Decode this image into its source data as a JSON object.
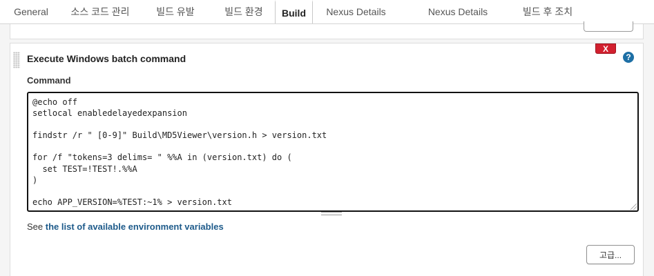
{
  "tabs": [
    {
      "label": "General",
      "active": false
    },
    {
      "label": "소스 코드 관리",
      "active": false
    },
    {
      "label": "빌드 유발",
      "active": false
    },
    {
      "label": "빌드 환경",
      "active": false
    },
    {
      "label": "Build",
      "active": true
    },
    {
      "label": "Nexus Details",
      "active": false
    },
    {
      "label": "Nexus Details",
      "active": false
    },
    {
      "label": "빌드 후 조치",
      "active": false
    }
  ],
  "step": {
    "title": "Execute Windows batch command",
    "delete_label": "X",
    "help_label": "?",
    "command_label": "Command",
    "command_lines": [
      "@echo off",
      "setlocal enabledelayedexpansion",
      "",
      "findstr /r \" [0-9]\" Build\\MD5Viewer\\version.h > version.txt",
      "",
      "for /f \"tokens=3 delims= \" %%A in (version.txt) do (",
      "  set TEST=!TEST!.%%A",
      ")",
      "",
      "echo APP_VERSION=%TEST:~1% > version.txt"
    ],
    "see_prefix": "See ",
    "see_link": "the list of available environment variables",
    "advanced_label": "고급..."
  }
}
